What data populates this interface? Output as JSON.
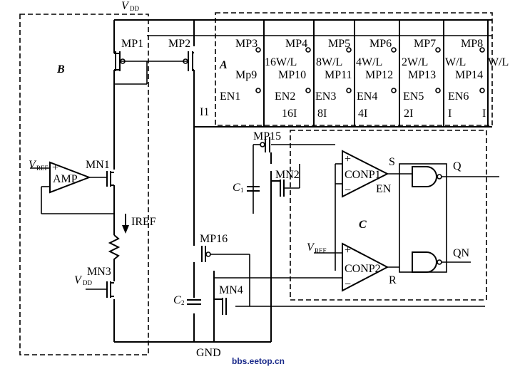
{
  "regions": {
    "a": "A",
    "b": "B",
    "c": "C"
  },
  "supply": {
    "vdd_main": "V",
    "vdd_main_sub": "DD",
    "vdd_mn3": "V",
    "vdd_mn3_sub": "DD",
    "gnd": "GND"
  },
  "refs": {
    "vref_amp": "V",
    "vref_amp_sub": "REF",
    "vref_comp": "V",
    "vref_comp_sub": "REF"
  },
  "blocks": {
    "amp": "AMP",
    "comp1": "CONP1",
    "comp2": "CONP2"
  },
  "plus_minus": {
    "plus": "+",
    "minus": "−"
  },
  "transistors": {
    "mp1": "MP1",
    "mp2": "MP2",
    "mp3": "MP3",
    "mp4": "MP4",
    "mp5": "MP5",
    "mp6": "MP6",
    "mp7": "MP7",
    "mp8": "MP8",
    "mp9": "Mp9",
    "mp10": "MP10",
    "mp11": "MP11",
    "mp12": "MP12",
    "mp13": "MP13",
    "mp14": "MP14",
    "mp15": "MP15",
    "mp16": "MP16",
    "mn1": "MN1",
    "mn2": "MN2",
    "mn3": "MN3",
    "mn4": "MN4"
  },
  "ratios": {
    "r16": "16W/L",
    "r8": "8W/L",
    "r4": "4W/L",
    "r2": "2W/L",
    "r1a": "W/L",
    "r1b": "W/L"
  },
  "enables": {
    "en1": "EN1",
    "en2": "EN2",
    "en3": "EN3",
    "en4": "EN4",
    "en5": "EN5",
    "en6": "EN6",
    "en": "EN"
  },
  "currents": {
    "i1": "I1",
    "i16": "16I",
    "i8": "8I",
    "i4": "4I",
    "i2": "2I",
    "ia": "I",
    "ib": "I",
    "iref": "IREF"
  },
  "caps": {
    "c1": "C",
    "c1_sub": "1",
    "c2": "C",
    "c2_sub": "2"
  },
  "signals": {
    "s": "S",
    "r": "R",
    "q": "Q",
    "qn": "QN"
  },
  "watermark": "bbs.eetop.cn"
}
